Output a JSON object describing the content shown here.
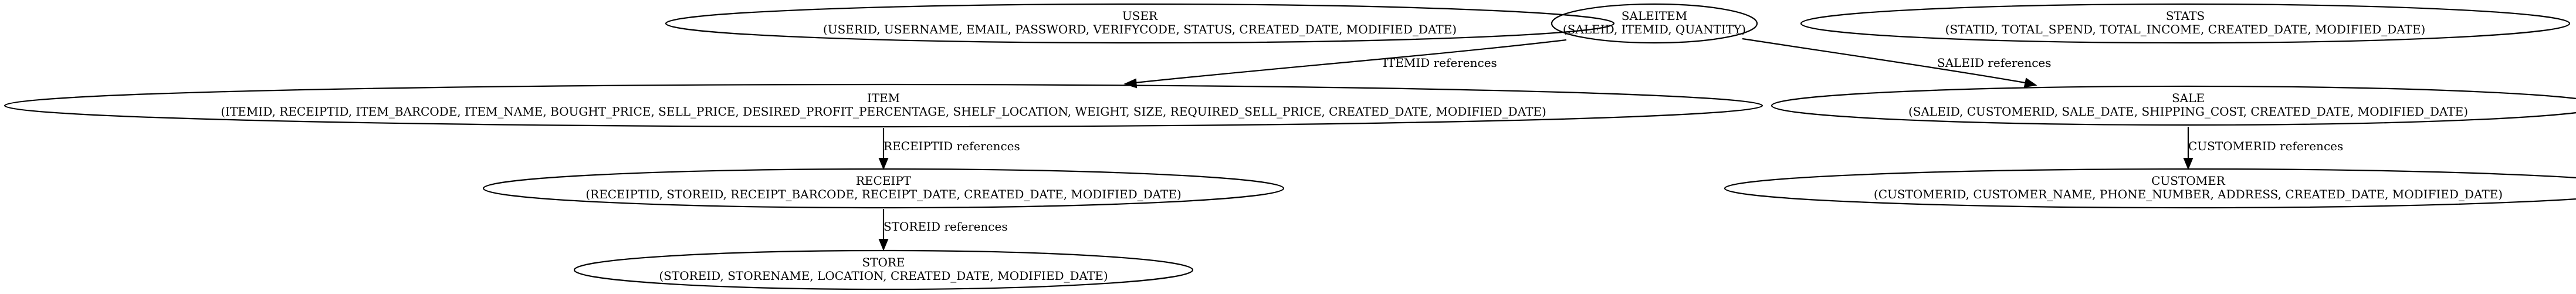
{
  "nodes": {
    "user": {
      "name": "USER",
      "fields": "(USERID, USERNAME, EMAIL, PASSWORD, VERIFYCODE, STATUS, CREATED_DATE, MODIFIED_DATE)"
    },
    "saleitem": {
      "name": "SALEITEM",
      "fields": "(SALEID, ITEMID, QUANTITY)"
    },
    "stats": {
      "name": "STATS",
      "fields": "(STATID, TOTAL_SPEND, TOTAL_INCOME, CREATED_DATE, MODIFIED_DATE)"
    },
    "item": {
      "name": "ITEM",
      "fields": "(ITEMID, RECEIPTID, ITEM_BARCODE, ITEM_NAME, BOUGHT_PRICE, SELL_PRICE, DESIRED_PROFIT_PERCENTAGE, SHELF_LOCATION, WEIGHT, SIZE, REQUIRED_SELL_PRICE, CREATED_DATE, MODIFIED_DATE)"
    },
    "sale": {
      "name": "SALE",
      "fields": "(SALEID, CUSTOMERID, SALE_DATE, SHIPPING_COST, CREATED_DATE, MODIFIED_DATE)"
    },
    "receipt": {
      "name": "RECEIPT",
      "fields": "(RECEIPTID, STOREID, RECEIPT_BARCODE, RECEIPT_DATE, CREATED_DATE, MODIFIED_DATE)"
    },
    "customer": {
      "name": "CUSTOMER",
      "fields": "(CUSTOMERID, CUSTOMER_NAME, PHONE_NUMBER, ADDRESS, CREATED_DATE, MODIFIED_DATE)"
    },
    "store": {
      "name": "STORE",
      "fields": "(STOREID, STORENAME, LOCATION, CREATED_DATE, MODIFIED_DATE)"
    }
  },
  "edges": {
    "saleitem_item": {
      "from": "SALEITEM",
      "to": "ITEM",
      "label": "ITEMID references"
    },
    "saleitem_sale": {
      "from": "SALEITEM",
      "to": "SALE",
      "label": "SALEID references"
    },
    "item_receipt": {
      "from": "ITEM",
      "to": "RECEIPT",
      "label": "RECEIPTID references"
    },
    "sale_customer": {
      "from": "SALE",
      "to": "CUSTOMER",
      "label": "CUSTOMERID references"
    },
    "receipt_store": {
      "from": "RECEIPT",
      "to": "STORE",
      "label": "STOREID references"
    }
  },
  "colors": {
    "stroke": "#000000",
    "background": "#ffffff"
  }
}
